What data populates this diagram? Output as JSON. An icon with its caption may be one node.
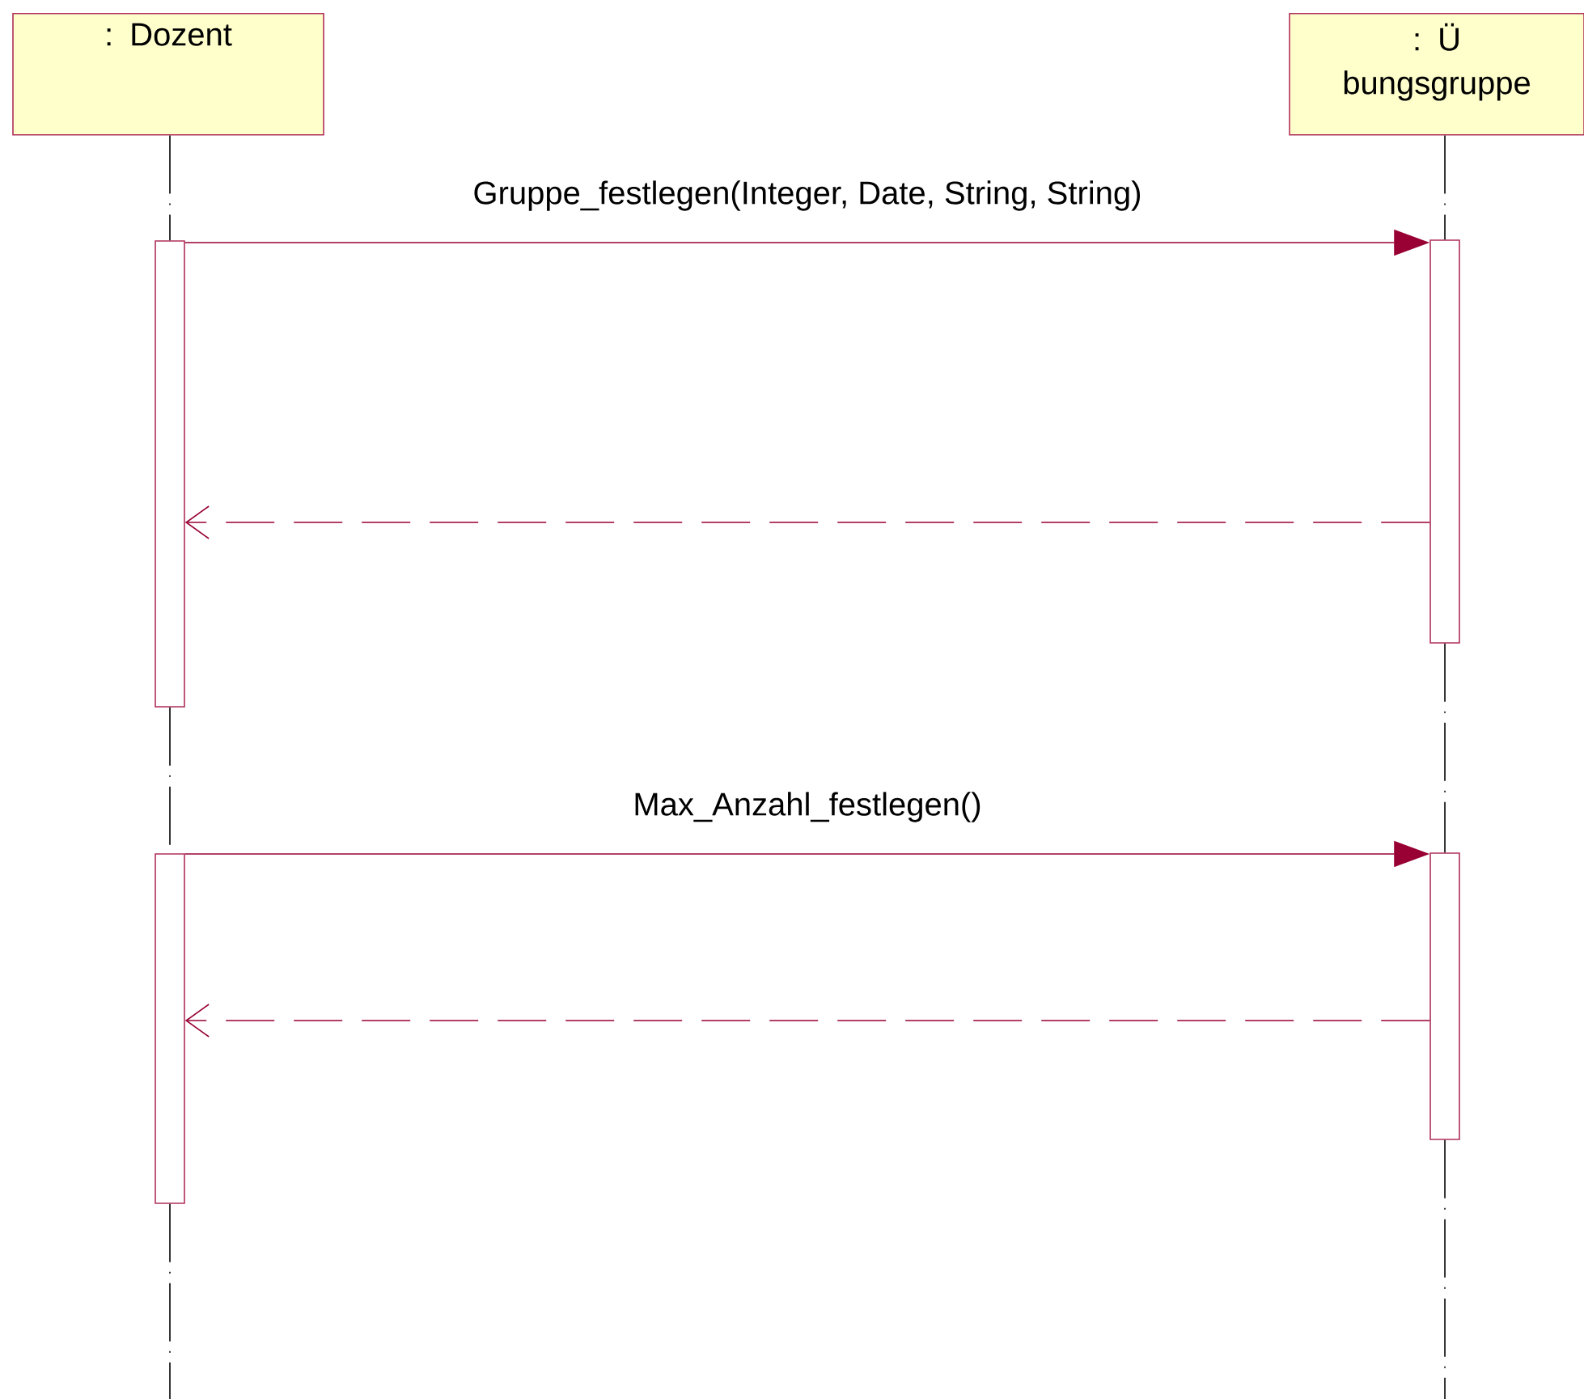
{
  "diagram": {
    "nodes": [
      {
        "text": [
          ": Dozent"
        ]
      },
      {
        "text": [
          ": Ü bungsgruppe"
        ]
      },
      {
        "text": [],
        "shape": "bar"
      },
      {
        "text": [],
        "shape": "bar"
      },
      {
        "text": [],
        "shape": "bar"
      },
      {
        "text": [],
        "shape": "bar"
      }
    ],
    "edges": [
      {
        "from": 0,
        "to": 2,
        "arrow": "none",
        "style": "dashed"
      },
      {
        "from": 2,
        "to": 4,
        "arrow": "none",
        "style": "dashed"
      },
      {
        "from": 4,
        "to": null,
        "arrow": "none",
        "style": "dashed"
      },
      {
        "from": 1,
        "to": 3,
        "arrow": "none",
        "style": "dashed"
      },
      {
        "from": 3,
        "to": 5,
        "arrow": "none",
        "style": "dashed"
      },
      {
        "from": 5,
        "to": null,
        "arrow": "none",
        "style": "dashed"
      },
      {
        "from": 2,
        "to": 3,
        "arrow": "to",
        "label": "Gruppe_festlegen(Integer, Date, String, String)",
        "color": "#990033"
      },
      {
        "from": 3,
        "to": 2,
        "arrow": "to",
        "style": "dashed",
        "color": "#990033"
      },
      {
        "from": 4,
        "to": 5,
        "arrow": "to",
        "label": "Max_Anzahl_festlegen()",
        "color": "#990033"
      },
      {
        "from": 5,
        "to": 4,
        "arrow": "to",
        "style": "dashed",
        "color": "#990033"
      }
    ]
  }
}
